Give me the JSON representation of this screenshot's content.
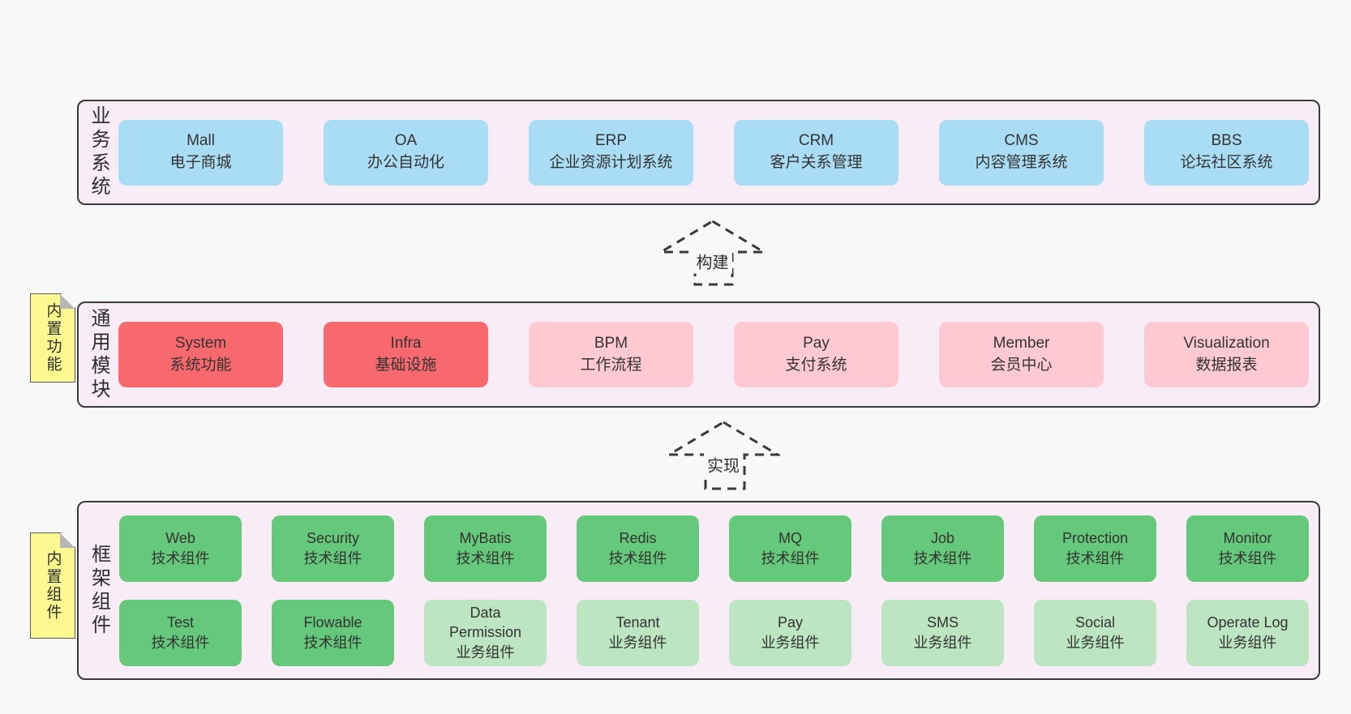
{
  "diagram": {
    "sections": [
      {
        "label": "业务系统",
        "note": null,
        "rows": [
          [
            {
              "name": "Mall",
              "desc": "电子商城",
              "variant": "blue"
            },
            {
              "name": "OA",
              "desc": "办公自动化",
              "variant": "blue"
            },
            {
              "name": "ERP",
              "desc": "企业资源计划系统",
              "variant": "blue"
            },
            {
              "name": "CRM",
              "desc": "客户关系管理",
              "variant": "blue"
            },
            {
              "name": "CMS",
              "desc": "内容管理系统",
              "variant": "blue"
            },
            {
              "name": "BBS",
              "desc": "论坛社区系统",
              "variant": "blue"
            }
          ]
        ]
      },
      {
        "label": "通用模块",
        "note": "内置功能",
        "rows": [
          [
            {
              "name": "System",
              "desc": "系统功能",
              "variant": "red"
            },
            {
              "name": "Infra",
              "desc": "基础设施",
              "variant": "red"
            },
            {
              "name": "BPM",
              "desc": "工作流程",
              "variant": "pink"
            },
            {
              "name": "Pay",
              "desc": "支付系统",
              "variant": "pink"
            },
            {
              "name": "Member",
              "desc": "会员中心",
              "variant": "pink"
            },
            {
              "name": "Visualization",
              "desc": "数据报表",
              "variant": "pink"
            }
          ]
        ]
      },
      {
        "label": "框架组件",
        "note": "内置组件",
        "rows": [
          [
            {
              "name": "Web",
              "desc": "技术组件",
              "variant": "green"
            },
            {
              "name": "Security",
              "desc": "技术组件",
              "variant": "green"
            },
            {
              "name": "MyBatis",
              "desc": "技术组件",
              "variant": "green"
            },
            {
              "name": "Redis",
              "desc": "技术组件",
              "variant": "green"
            },
            {
              "name": "MQ",
              "desc": "技术组件",
              "variant": "green"
            },
            {
              "name": "Job",
              "desc": "技术组件",
              "variant": "green"
            },
            {
              "name": "Protection",
              "desc": "技术组件",
              "variant": "green"
            },
            {
              "name": "Monitor",
              "desc": "技术组件",
              "variant": "green"
            }
          ],
          [
            {
              "name": "Test",
              "desc": "技术组件",
              "variant": "green"
            },
            {
              "name": "Flowable",
              "desc": "技术组件",
              "variant": "green"
            },
            {
              "name": "Data Permission",
              "desc": "业务组件",
              "variant": "lightgreen"
            },
            {
              "name": "Tenant",
              "desc": "业务组件",
              "variant": "lightgreen"
            },
            {
              "name": "Pay",
              "desc": "业务组件",
              "variant": "lightgreen"
            },
            {
              "name": "SMS",
              "desc": "业务组件",
              "variant": "lightgreen"
            },
            {
              "name": "Social",
              "desc": "业务组件",
              "variant": "lightgreen"
            },
            {
              "name": "Operate Log",
              "desc": "业务组件",
              "variant": "lightgreen"
            }
          ]
        ]
      }
    ],
    "arrows": [
      {
        "label": "构建"
      },
      {
        "label": "实现"
      }
    ],
    "colors": {
      "blue": "#a9dcf5",
      "red": "#f7696c",
      "pink": "#ffc9d3",
      "green": "#66c87a",
      "lightgreen": "#bce5c2",
      "note_yellow": "#fbf98f",
      "container_bg": "#f8ecf6",
      "border": "#3a3a3a",
      "page_bg": "#f8f8f8",
      "text": "#333333"
    }
  }
}
